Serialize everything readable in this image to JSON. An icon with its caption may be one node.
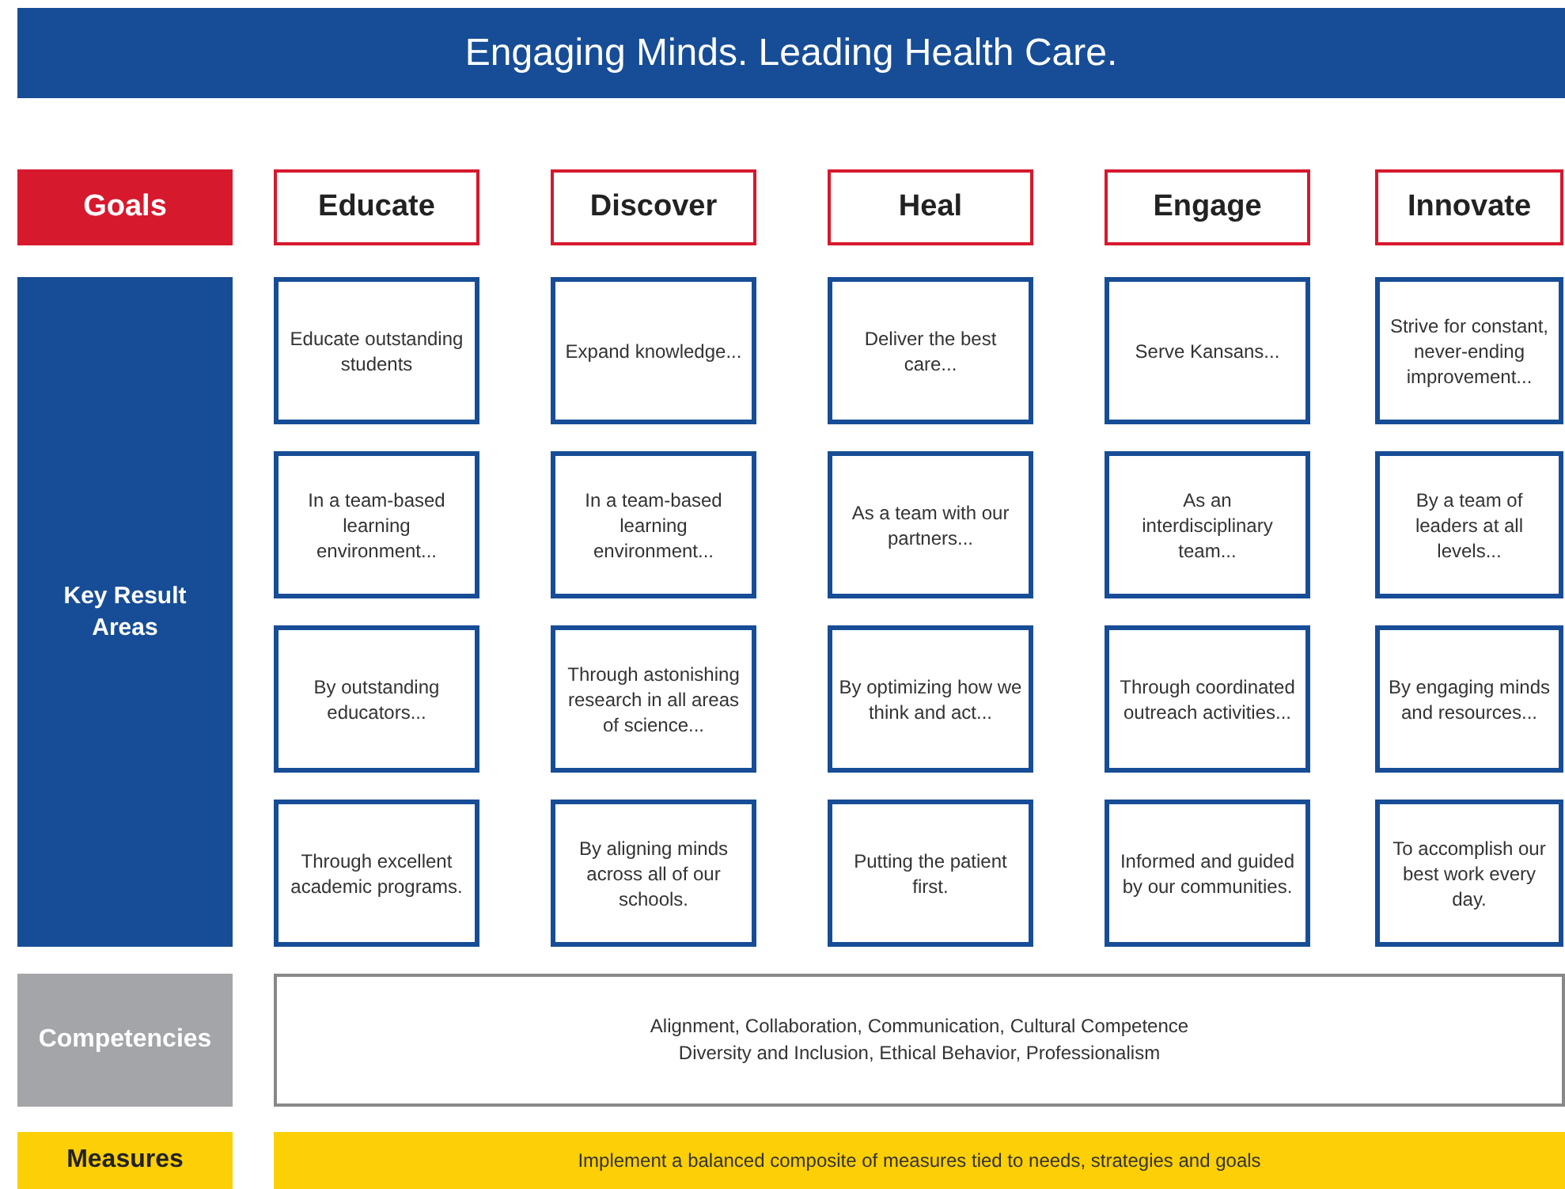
{
  "diagram": {
    "title": "Engaging Minds. Leading Health Care.",
    "nodes": [
      {
        "text": [
          "Goals"
        ]
      },
      {
        "text": [
          "Educate"
        ]
      },
      {
        "text": [
          "Discover"
        ]
      },
      {
        "text": [
          "Heal"
        ]
      },
      {
        "text": [
          "Engage"
        ]
      },
      {
        "text": [
          "Innovate"
        ]
      },
      {
        "text": [
          "Key Result Areas"
        ]
      },
      {
        "text": [
          "Educate outstanding students"
        ]
      },
      {
        "text": [
          "Expand knowledge..."
        ]
      },
      {
        "text": [
          "Deliver the best care..."
        ]
      },
      {
        "text": [
          "Serve Kansans..."
        ]
      },
      {
        "text": [
          "Strive for constant, never-ending improvement..."
        ]
      },
      {
        "text": [
          "In a team-based learning environment..."
        ]
      },
      {
        "text": [
          "In a team-based learning environment..."
        ]
      },
      {
        "text": [
          "As a team with our partners..."
        ]
      },
      {
        "text": [
          "As an interdisciplinary team..."
        ]
      },
      {
        "text": [
          "By a team of leaders at all levels..."
        ]
      },
      {
        "text": [
          "By outstanding educators..."
        ]
      },
      {
        "text": [
          "Through astonishing research in all areas of science..."
        ]
      },
      {
        "text": [
          "By optimizing how we think and act..."
        ]
      },
      {
        "text": [
          "Through coordinated outreach activities..."
        ]
      },
      {
        "text": [
          "By engaging minds and resources..."
        ]
      },
      {
        "text": [
          "Through excellent academic programs."
        ]
      },
      {
        "text": [
          "By aligning minds across all of our schools."
        ]
      },
      {
        "text": [
          "Putting the patient first."
        ]
      },
      {
        "text": [
          "Informed and guided by our communities."
        ]
      },
      {
        "text": [
          "To accomplish our best work every day."
        ]
      },
      {
        "text": [
          "Competencies"
        ]
      },
      {
        "text": [
          "Alignment, Collaboration, Communication, Cultural Competence",
          "Diversity and Inclusion, Ethical Behavior, Professionalism"
        ]
      },
      {
        "text": [
          "Measures"
        ]
      },
      {
        "text": [
          "Implement a balanced composite of measures tied to needs, strategies and goals"
        ]
      }
    ],
    "edges": []
  }
}
